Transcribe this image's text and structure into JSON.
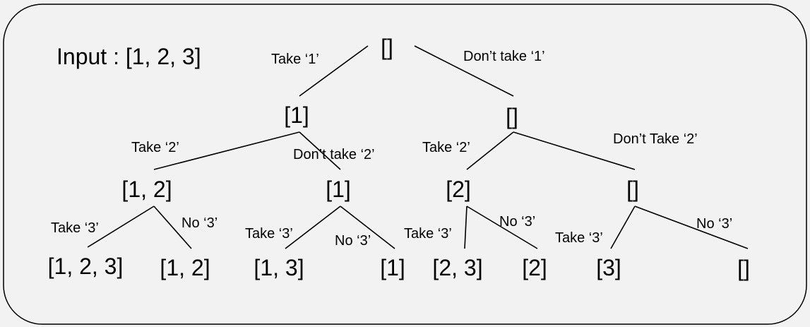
{
  "input_label": "Input : [1, 2, 3]",
  "nodes": {
    "root": "[]",
    "take1": "[1]",
    "skip1": "[]",
    "t1_take2": "[1, 2]",
    "t1_skip2": "[1]",
    "s1_take2": "[2]",
    "s1_skip2": "[]",
    "leaf_123": "[1, 2, 3]",
    "leaf_12": "[1, 2]",
    "leaf_13": "[1, 3]",
    "leaf_1": "[1]",
    "leaf_23": "[2, 3]",
    "leaf_2": "[2]",
    "leaf_3": "[3]",
    "leaf_empty": "[]"
  },
  "edge_labels": {
    "take1": "Take ‘1’",
    "dont_take1": "Don’t take ‘1’",
    "a_take2": "Take ‘2’",
    "a_dont_take2": "Don’t take ‘2’",
    "b_take2": "Take ‘2’",
    "b_dont_take2": "Don’t Take ‘2’",
    "a_take3": "Take ‘3’",
    "a_no3": "No ‘3’",
    "b_take3": "Take ‘3’",
    "b_no3": "No ‘3’",
    "c_take3": "Take ‘3’",
    "c_no3": "No ‘3’",
    "d_take3": "Take ‘3’",
    "d_no3": "No ‘3’"
  }
}
